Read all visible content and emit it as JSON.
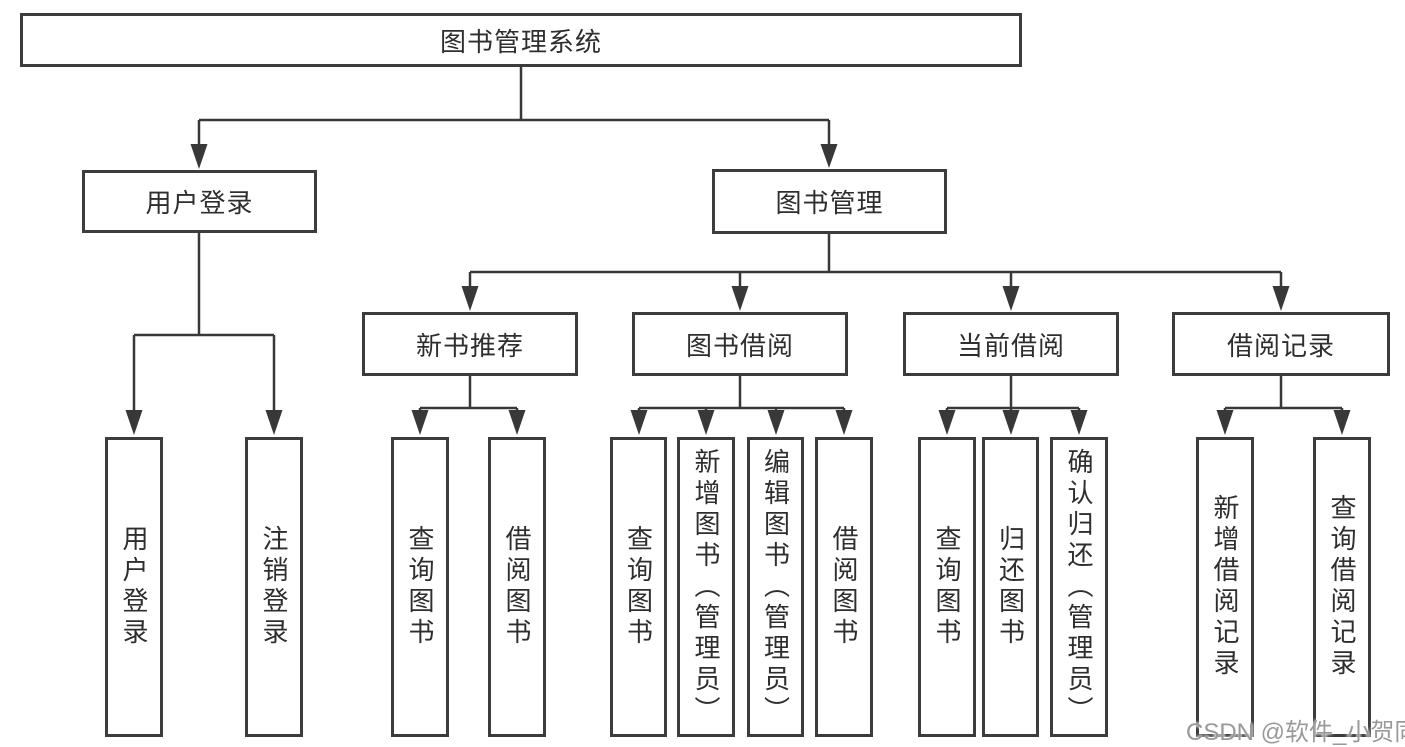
{
  "diagram": {
    "type": "hierarchy-tree",
    "title": "图书管理系统",
    "watermark": "CSDN @软件_小贺同学",
    "colors": {
      "line": "#383838",
      "box_border": "#3c3c3c",
      "text": "#2e2e2e",
      "watermark": "#999999",
      "background": "#ffffff"
    },
    "nodes": {
      "root": "图书管理系统",
      "user_login": "用户登录",
      "book_mgmt": "图书管理",
      "new_book_rec": "新书推荐",
      "book_borrow": "图书借阅",
      "current_borrow": "当前借阅",
      "borrow_record": "借阅记录",
      "login": "用户登录",
      "logout": "注销登录",
      "rec_query_book": "查询图书",
      "rec_borrow_book": "借阅图书",
      "bb_query_book": "查询图书",
      "bb_add_book": "新增图书（管理员）",
      "bb_edit_book": "编辑图书（管理员）",
      "bb_borrow_book": "借阅图书",
      "cb_query_book": "查询图书",
      "cb_return_book": "归还图书",
      "cb_confirm_return": "确认归还（管理员）",
      "br_add_record": "新增借阅记录",
      "br_query_record": "查询借阅记录"
    },
    "tree": {
      "label": "图书管理系统",
      "children": [
        {
          "label": "用户登录",
          "children": [
            {
              "label": "用户登录"
            },
            {
              "label": "注销登录"
            }
          ]
        },
        {
          "label": "图书管理",
          "children": [
            {
              "label": "新书推荐",
              "children": [
                {
                  "label": "查询图书"
                },
                {
                  "label": "借阅图书"
                }
              ]
            },
            {
              "label": "图书借阅",
              "children": [
                {
                  "label": "查询图书"
                },
                {
                  "label": "新增图书（管理员）"
                },
                {
                  "label": "编辑图书（管理员）"
                },
                {
                  "label": "借阅图书"
                }
              ]
            },
            {
              "label": "当前借阅",
              "children": [
                {
                  "label": "查询图书"
                },
                {
                  "label": "归还图书"
                },
                {
                  "label": "确认归还（管理员）"
                }
              ]
            },
            {
              "label": "借阅记录",
              "children": [
                {
                  "label": "新增借阅记录"
                },
                {
                  "label": "查询借阅记录"
                }
              ]
            }
          ]
        }
      ]
    }
  }
}
